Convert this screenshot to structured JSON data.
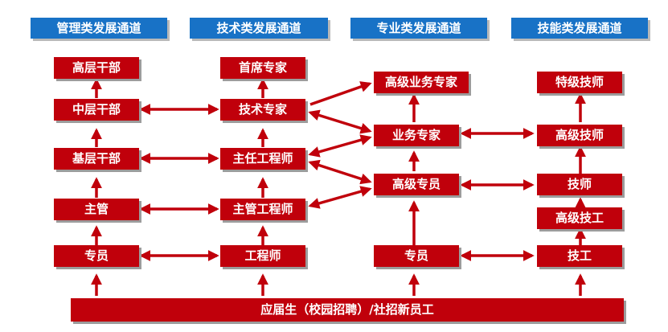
{
  "headers": {
    "management": "管理类发展通道",
    "technical": "技术类发展通道",
    "professional": "专业类发展通道",
    "skill": "技能类发展通道"
  },
  "management": {
    "senior_cadre": "高层干部",
    "middle_cadre": "中层干部",
    "grassroots_cadre": "基层干部",
    "supervisor": "主管",
    "specialist": "专员"
  },
  "technical": {
    "chief_expert": "首席专家",
    "tech_expert": "技术专家",
    "principal_engineer": "主任工程师",
    "lead_engineer": "主管工程师",
    "engineer": "工程师"
  },
  "professional": {
    "senior_business_expert": "高级业务专家",
    "business_expert": "业务专家",
    "senior_specialist": "高级专员",
    "specialist": "专员"
  },
  "skill": {
    "special_technician": "特级技师",
    "senior_technician": "高级技师",
    "technician": "技师",
    "senior_worker": "高级技工",
    "worker": "技工"
  },
  "bottom_bar": "应届生（校园招聘）/社招新员工",
  "colors": {
    "header_blue": "#1872c6",
    "box_red": "#c0000b",
    "arrow_red": "#c0000b"
  }
}
